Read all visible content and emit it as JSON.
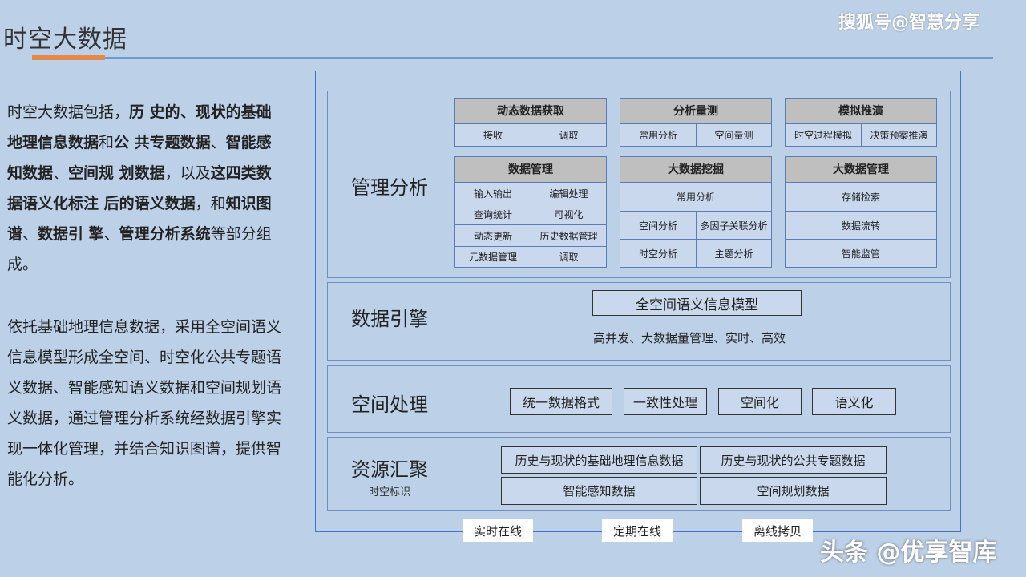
{
  "page_title": "时空大数据",
  "watermark_top": "搜狐号@智慧分享",
  "watermark_bottom": "头条 @优享智库",
  "colors": {
    "background": "#bcd0e7",
    "accent": "#e58a4a",
    "rule": "#6f98cf",
    "module_header": "#bfbfbf"
  },
  "description": {
    "p1": [
      {
        "t": "时空大数据包括，",
        "b": false
      },
      {
        "t": "历 史的、现状的基础地理信息数据",
        "b": true
      },
      {
        "t": "和",
        "b": false
      },
      {
        "t": "公 共专题数据",
        "b": true
      },
      {
        "t": "、",
        "b": false
      },
      {
        "t": "智能感知数据",
        "b": true
      },
      {
        "t": "、",
        "b": false
      },
      {
        "t": "空间规 划数据",
        "b": true
      },
      {
        "t": "，以及",
        "b": false
      },
      {
        "t": "这四类数据语义化标注 后的语义数据",
        "b": true
      },
      {
        "t": "，和",
        "b": false
      },
      {
        "t": "知识图谱",
        "b": true
      },
      {
        "t": "、",
        "b": false
      },
      {
        "t": "数据引 擎",
        "b": true
      },
      {
        "t": "、",
        "b": false
      },
      {
        "t": "管理分析系统",
        "b": true
      },
      {
        "t": "等部分组成。",
        "b": false
      }
    ],
    "p2": "依托基础地理信息数据，采用全空间语义信息模型形成全空间、时空化公共专题语义数据、智能感知语义数据和空间规划语义数据，通过管理分析系统经数据引擎实现一体化管理，并结合知识图谱，提供智能化分析。"
  },
  "diagram": {
    "management": {
      "title": "管理分析",
      "modules": {
        "acquire": {
          "title": "动态数据获取",
          "cells": [
            "接收",
            "调取"
          ]
        },
        "analysis": {
          "title": "分析量测",
          "cells": [
            "常用分析",
            "空间量测"
          ]
        },
        "simulate": {
          "title": "模拟推演",
          "cells": [
            "时空过程模拟",
            "决策预案推演"
          ]
        },
        "datamgmt": {
          "title": "数据管理",
          "cells": [
            "输入输出",
            "编辑处理",
            "查询统计",
            "可视化",
            "动态更新",
            "历史数据管理",
            "元数据管理",
            "调取"
          ]
        },
        "mining": {
          "title": "大数据挖掘",
          "cells": [
            "常用分析",
            "空间分析",
            "多因子关联分析",
            "时空分析",
            "主题分析"
          ]
        },
        "bigmgmt": {
          "title": "大数据管理",
          "cells": [
            "存储检索",
            "数据流转",
            "智能监管"
          ]
        }
      }
    },
    "engine": {
      "title": "数据引擎",
      "model": "全空间语义信息模型",
      "caption": "高并发、大数据量管理、实时、高效"
    },
    "spatial": {
      "title": "空间处理",
      "items": [
        "统一数据格式",
        "一致性处理",
        "空间化",
        "语义化"
      ]
    },
    "resources": {
      "title": "资源汇聚",
      "subtitle": "时空标识",
      "items": [
        "历史与现状的基础地理信息数据",
        "历史与现状的公共专题数据",
        "智能感知数据",
        "空间规划数据"
      ]
    },
    "bottom_tags": [
      "实时在线",
      "定期在线",
      "离线拷贝"
    ]
  }
}
